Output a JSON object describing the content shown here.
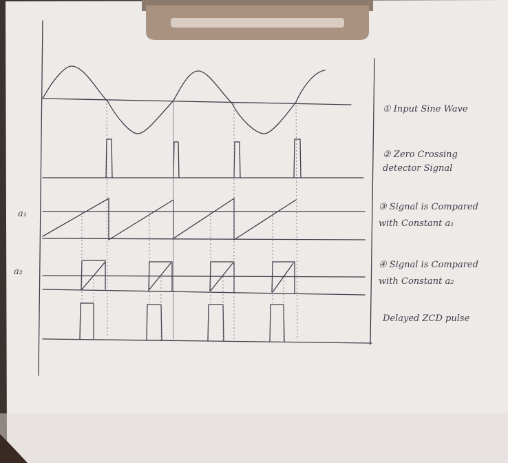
{
  "annotations": {
    "input_sine_wave": [
      "① Input Sine Wave"
    ],
    "zcd_signal": [
      "② Zero Crossing",
      "detector Signal"
    ],
    "compare_a1": [
      "③ Signal is Compared",
      "with Constant a₁"
    ],
    "compare_a2": [
      "④ Signal is Compared",
      "with Constant a₂"
    ],
    "delayed_pulse": [
      "Delayed ZCD pulse"
    ]
  },
  "levels": {
    "a1": "a₁",
    "a2": "a₂"
  },
  "colors": {
    "paper": "#eeeae8",
    "ink": "#3d3e4a",
    "clipboard": "#a9927f",
    "background": "#3a3330"
  }
}
